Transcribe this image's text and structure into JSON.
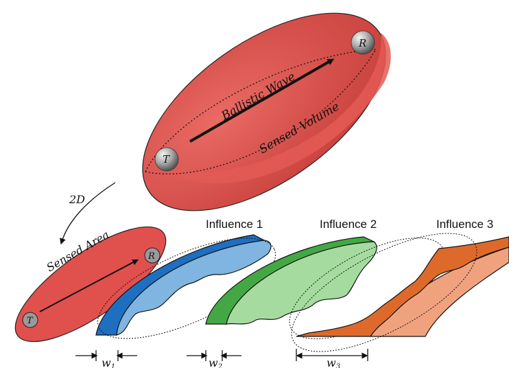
{
  "volume": {
    "wave_label": "Ballistic Wave",
    "volume_label": "Sensed Volume",
    "transmitter": "T",
    "receiver": "R"
  },
  "projection_label": "2D",
  "area": {
    "label": "Sensed Area",
    "transmitter": "T",
    "receiver": "R"
  },
  "influences": [
    {
      "title": "Influence 1",
      "width_label": "w",
      "width_sub": "1"
    },
    {
      "title": "Influence 2",
      "width_label": "w",
      "width_sub": "2"
    },
    {
      "title": "Influence 3",
      "width_label": "w",
      "width_sub": "3"
    }
  ],
  "colors": {
    "volume_fill": "#e25a55",
    "area_fill": "#e0504d",
    "influence1_dark": "#1f6fc0",
    "influence1_light": "#7fb5e0",
    "influence2_dark": "#43a843",
    "influence2_light": "#a6dba0",
    "influence3_dark": "#dd6a2a",
    "influence3_light": "#f0a27e"
  }
}
